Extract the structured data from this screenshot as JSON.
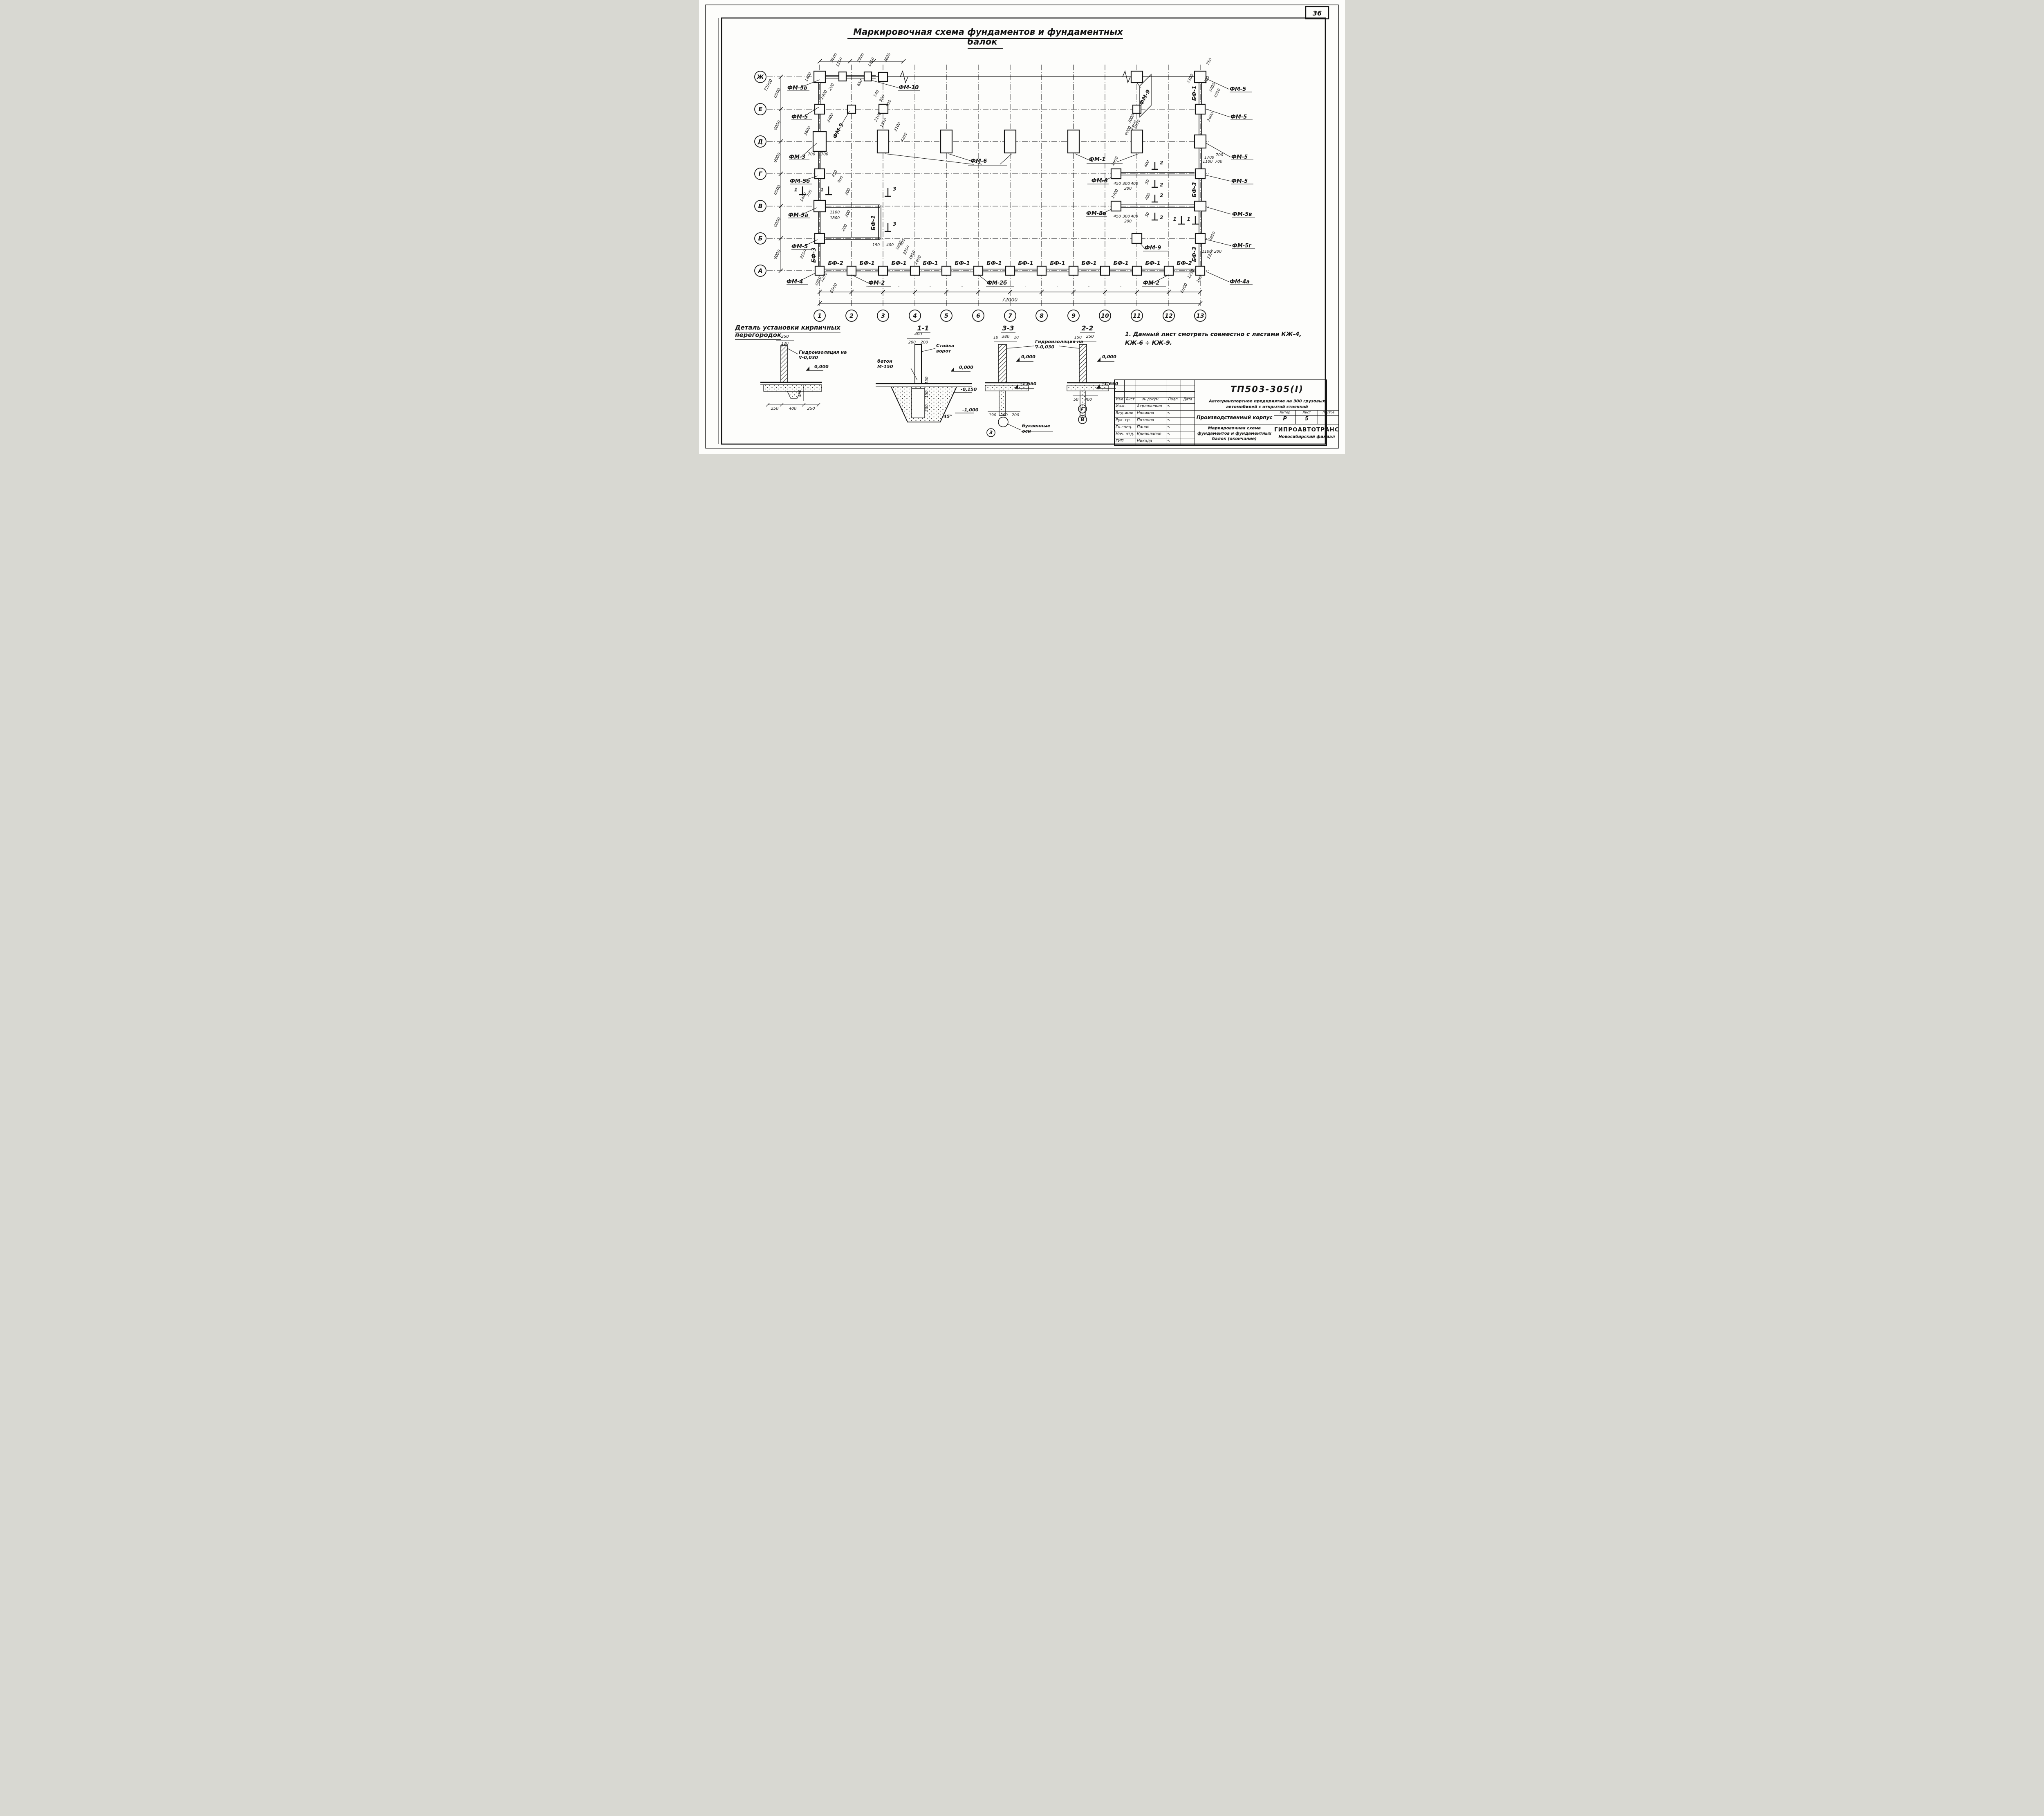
{
  "sheet": {
    "number": "36"
  },
  "title": {
    "text": "Маркировочная схема фундаментов и фундаментных балок"
  },
  "plan": {
    "row_axes": [
      "Ж",
      "Е",
      "Д",
      "Г",
      "В",
      "Б",
      "А"
    ],
    "col_axes": [
      "1",
      "2",
      "3",
      "4",
      "5",
      "6",
      "7",
      "8",
      "9",
      "10",
      "11",
      "12",
      "13"
    ],
    "left_dims": [
      "6000",
      "6000",
      "6000",
      "6000",
      "6000",
      "6000"
    ],
    "left_total": "72000",
    "top_dims": [
      "3600",
      "2800",
      "3600"
    ],
    "bottom": {
      "first_bay": "6000",
      "ditto": "″",
      "last_bay": "6000",
      "total": "72000"
    },
    "left_labels": [
      "ФМ-5в",
      "ФМ-5",
      "ФМ-3",
      "ФМ-5б",
      "ФМ-5а",
      "ФМ-5",
      "ФМ-4"
    ],
    "right_labels": [
      "ФМ-5",
      "ФМ-5",
      "ФМ-5",
      "ФМ-5",
      "ФМ-5в",
      "ФМ-5г",
      "ФМ-4а"
    ],
    "top_label": "ФМ-10",
    "top_right_label": "ФМ-9",
    "inner_labels": {
      "fm9_left": "ФМ-9",
      "fm6": "ФМ-6",
      "fm1": "ФМ-1",
      "fm8": "ФМ-8",
      "fm8a": "ФМ-8а",
      "fm9_b": "ФМ-9",
      "fm2_left": "ФМ-2",
      "fm2b": "ФМ-2б",
      "fm2_right": "ФМ-2"
    },
    "beam_labels": [
      "БФ-2",
      "БФ-1",
      "БФ-1",
      "БФ-1",
      "БФ-1",
      "БФ-1",
      "БФ-1",
      "БФ-1",
      "БФ-1",
      "БФ-1",
      "БФ-1",
      "БФ-2"
    ],
    "vertical_beams": {
      "bf1_right": "БФ-1",
      "bf3_right_gv": "БФ-3",
      "bf3_right_ba": "БФ-3",
      "bf1_col3": "БФ-1",
      "bf3_left": "БФ-3"
    },
    "section_marks": {
      "s1": "1",
      "s2": "2",
      "s3": "3"
    },
    "dims": {
      "zh": [
        "1400",
        "1100",
        "650",
        "1400",
        "1800",
        "200",
        "140",
        "300",
        "900"
      ],
      "a3e": [
        "2100",
        "1350"
      ],
      "e_left": [
        "2400"
      ],
      "d_left": [
        "3600",
        "700",
        "1700"
      ],
      "d_rect": [
        "2100",
        "4200"
      ],
      "g_left": [
        "450",
        "900"
      ],
      "v_left": [
        "1400",
        "750",
        "1100",
        "1800",
        "200",
        "200"
      ],
      "b_left": [
        "200",
        "190",
        "400"
      ],
      "a_left": [
        "2100",
        "1250",
        "1600"
      ],
      "a_mid": [
        "1800",
        "900",
        "3200",
        "1900",
        "1400"
      ],
      "zh_right": [
        "750",
        "1100",
        "200",
        "1400",
        "1500"
      ],
      "e_right": [
        "3000",
        "1000",
        "2400"
      ],
      "d_right": [
        "4000",
        "1400",
        "1700",
        "700"
      ],
      "g_right": [
        "400",
        "1900",
        "450",
        "300",
        "400",
        "200",
        "50",
        "1100",
        "700"
      ],
      "v_right": [
        "1900",
        "450",
        "300",
        "400",
        "200",
        "400",
        "50"
      ],
      "b_right": [
        "1800",
        "1100",
        "200",
        "1350"
      ],
      "a_right": [
        "1250",
        "190"
      ]
    }
  },
  "details": {
    "partition": {
      "title": "Деталь установки кирпичных перегородок",
      "waterproof": "Гидроизоляция на ∇-0,030",
      "level0": "0,000",
      "top_dims": [
        "250",
        "120"
      ],
      "depth": "400",
      "bottom_dims": [
        "250",
        "400",
        "250"
      ]
    },
    "s11": {
      "title": "1-1",
      "top_dim": "400",
      "top_dims2": [
        "200",
        "200"
      ],
      "post": "Стойка ворот",
      "concrete": "бетон М-150",
      "level0": "0,000",
      "level1": "-0,150",
      "level2": "-1,000",
      "angle": "45°",
      "side_dims": [
        "150",
        "150",
        "500"
      ]
    },
    "s33": {
      "title": "3-3",
      "top_dims": [
        "10",
        "380",
        "10"
      ],
      "level0": "0,000",
      "level1": "-1.650",
      "bottom_dims": [
        "190",
        "200",
        "200"
      ],
      "bubble": "3",
      "axes_note": "буквенные оси"
    },
    "s22": {
      "title": "2-2",
      "top_dims": [
        "150",
        "250"
      ],
      "level0": "0,000",
      "level1": "-1.650",
      "bottom_dims": [
        "50",
        "400"
      ],
      "bubbles": [
        "Г",
        "В"
      ]
    },
    "waterproof": "Гидроизоляция на ∇-0,030"
  },
  "note": "1. Данный лист смотреть совместно с листами КЖ-4, КЖ-6 ÷ КЖ-9.",
  "titleblock": {
    "doc_code": "ТП503-305(I)",
    "project": "Автотранспортное предприятие на 300 грузовых автомобилей с открытой стоянкой",
    "building": "Производственный корпус",
    "sheet_title": "Маркировочная схема фундаментов и фундаментных балок (окончание)",
    "org": "ГИПРОАВТОТРАНС",
    "branch": "Новосибирский филиал",
    "header_cols": [
      "Изм",
      "Лист",
      "№ докум.",
      "Подп.",
      "Дата"
    ],
    "stamp_cols": {
      "liter": "Литер",
      "sheet": "Лист",
      "sheets": "Листов"
    },
    "liter_value": "Р",
    "sheet_value": "5",
    "sig_mark": "∿",
    "rows": [
      {
        "role": "Инж.",
        "name": "Атрашкевич"
      },
      {
        "role": "Вед.инж",
        "name": "Новиков"
      },
      {
        "role": "Рук. гр.",
        "name": "Потапов"
      },
      {
        "role": "Гл.спец.",
        "name": "Панов"
      },
      {
        "role": "Нач. отд.",
        "name": "Криволапов"
      },
      {
        "role": "ГИП",
        "name": "Никода"
      }
    ]
  }
}
